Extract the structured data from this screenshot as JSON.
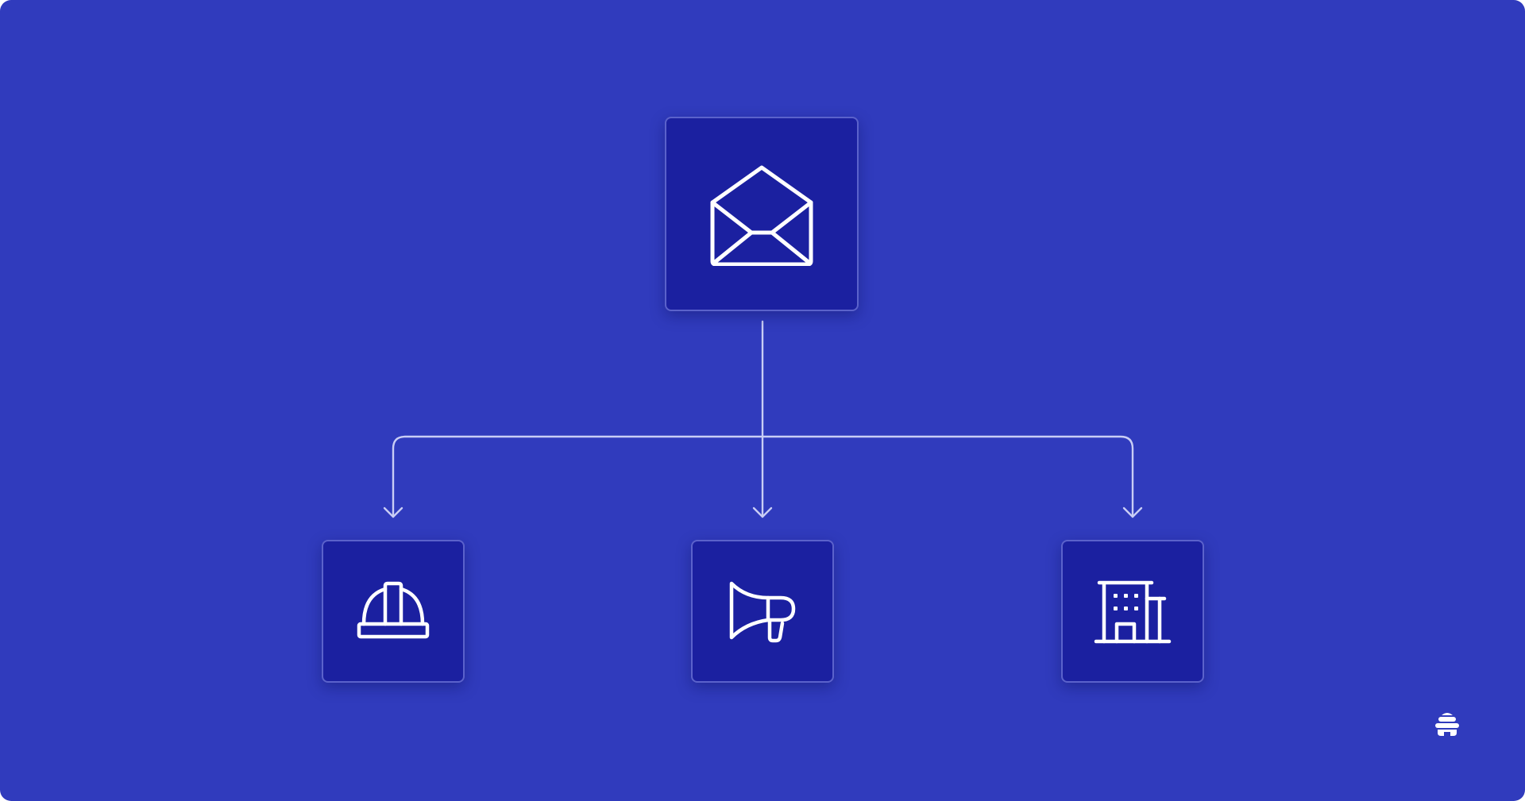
{
  "colors": {
    "background": "#303bbd",
    "node_fill": "#1b20a0",
    "node_border": "#8f98e6",
    "line": "#c9cdf5",
    "icon": "#ffffff"
  },
  "diagram": {
    "type": "tree",
    "root": {
      "icon": "open-envelope-icon"
    },
    "children": [
      {
        "icon": "hard-hat-icon"
      },
      {
        "icon": "megaphone-icon"
      },
      {
        "icon": "office-building-icon"
      }
    ],
    "edges": [
      {
        "from": "root",
        "to": "child-1"
      },
      {
        "from": "root",
        "to": "child-2"
      },
      {
        "from": "root",
        "to": "child-3"
      }
    ]
  },
  "brand": {
    "icon": "beehive-logo-icon"
  }
}
